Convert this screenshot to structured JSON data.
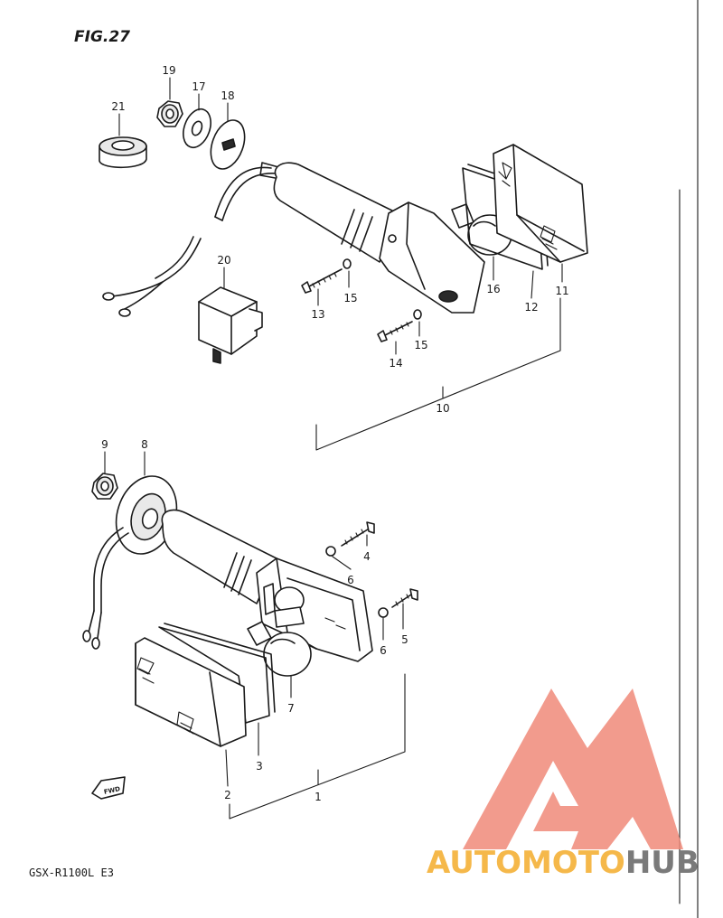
{
  "figure_title": "FIG.27",
  "model_code": "GSX-R1100L E3",
  "fwd_label": "FWD",
  "parts": [
    {
      "id": "p19",
      "label": "19"
    },
    {
      "id": "p17",
      "label": "17"
    },
    {
      "id": "p18",
      "label": "18"
    },
    {
      "id": "p21",
      "label": "21"
    },
    {
      "id": "p20",
      "label": "20"
    },
    {
      "id": "p13",
      "label": "13"
    },
    {
      "id": "p15a",
      "label": "15"
    },
    {
      "id": "p14",
      "label": "14"
    },
    {
      "id": "p15b",
      "label": "15"
    },
    {
      "id": "p16",
      "label": "16"
    },
    {
      "id": "p12",
      "label": "12"
    },
    {
      "id": "p11",
      "label": "11"
    },
    {
      "id": "p10",
      "label": "10"
    },
    {
      "id": "p9",
      "label": "9"
    },
    {
      "id": "p8",
      "label": "8"
    },
    {
      "id": "p4",
      "label": "4"
    },
    {
      "id": "p6a",
      "label": "6"
    },
    {
      "id": "p6b",
      "label": "6"
    },
    {
      "id": "p5",
      "label": "5"
    },
    {
      "id": "p7",
      "label": "7"
    },
    {
      "id": "p3",
      "label": "3"
    },
    {
      "id": "p2",
      "label": "2"
    },
    {
      "id": "p1",
      "label": "1"
    }
  ],
  "watermark": {
    "part1": "AUTOMOTO",
    "part2": "HUB",
    "color_primary": "#f08a7a",
    "color_secondary": "#f5b84a",
    "color_dark": "#7a7a7a"
  }
}
